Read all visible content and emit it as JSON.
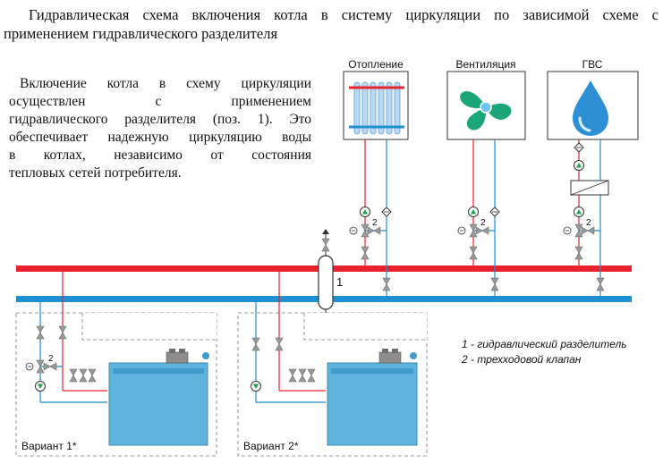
{
  "title": {
    "line1": "Гидравлическая схема включения котла в систему циркуляции по зависимой схеме с",
    "line2": "применением гидравлического разделителя"
  },
  "intro": {
    "lines": [
      "Включение котла в схему циркуляции",
      "осуществлен с применением",
      "гидравлического разделителя (поз. 1). Это",
      "обеспечивает надежную циркуляцию воды",
      "в котлах, независимо от состояния",
      "тепловых сетей потребителя."
    ]
  },
  "consumers": [
    {
      "label": "Отопление",
      "icon": "radiator-icon"
    },
    {
      "label": "Вентиляция",
      "icon": "fan-icon"
    },
    {
      "label": "ГВС",
      "icon": "water-drop-icon"
    }
  ],
  "labels": {
    "separator_pos": "1",
    "valve_pos": "2"
  },
  "variants": [
    {
      "label": "Вариант 1*"
    },
    {
      "label": "Вариант 2*"
    }
  ],
  "legend": [
    "1 - гидравлический разделитель",
    "2 - трехходовой клапан"
  ],
  "colors": {
    "supply": "#e8232e",
    "return": "#1e8fd0",
    "boiler": "#5fb3dd",
    "pump": "#1aa34a"
  }
}
